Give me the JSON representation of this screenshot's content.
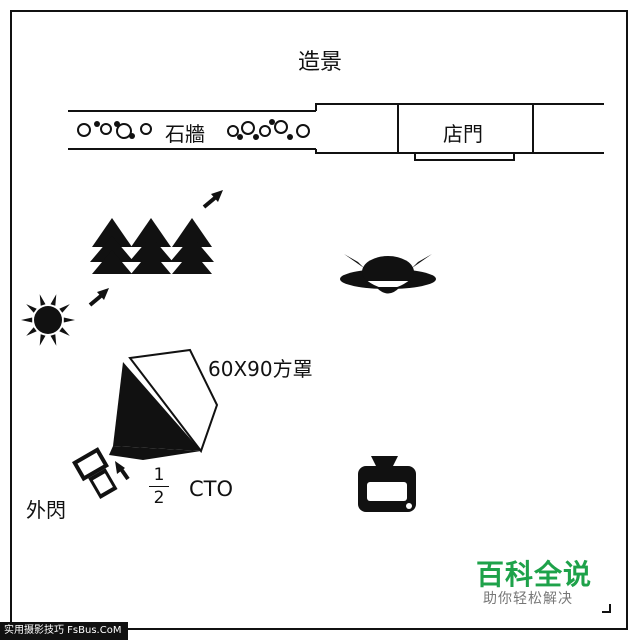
{
  "diagram": {
    "set_title": "造景",
    "wall_label": "石牆",
    "door_label": "店門",
    "softbox_label": "60X90方罩",
    "flash_label": "外閃",
    "cto": {
      "numerator": "1",
      "denominator": "2",
      "text": "CTO"
    }
  },
  "icons": {
    "trees": "pine-trees-icon",
    "sun": "sun-icon",
    "subject": "hat-person-icon",
    "camera": "camera-icon",
    "flash": "speedlight-icon",
    "softbox": "softbox-icon"
  },
  "watermark": {
    "title": "百科全说",
    "subtitle": "助你轻松解决",
    "title_color": "#1ea24a"
  },
  "footer": {
    "text": "实用摄影技巧 FsBus.CoM"
  }
}
